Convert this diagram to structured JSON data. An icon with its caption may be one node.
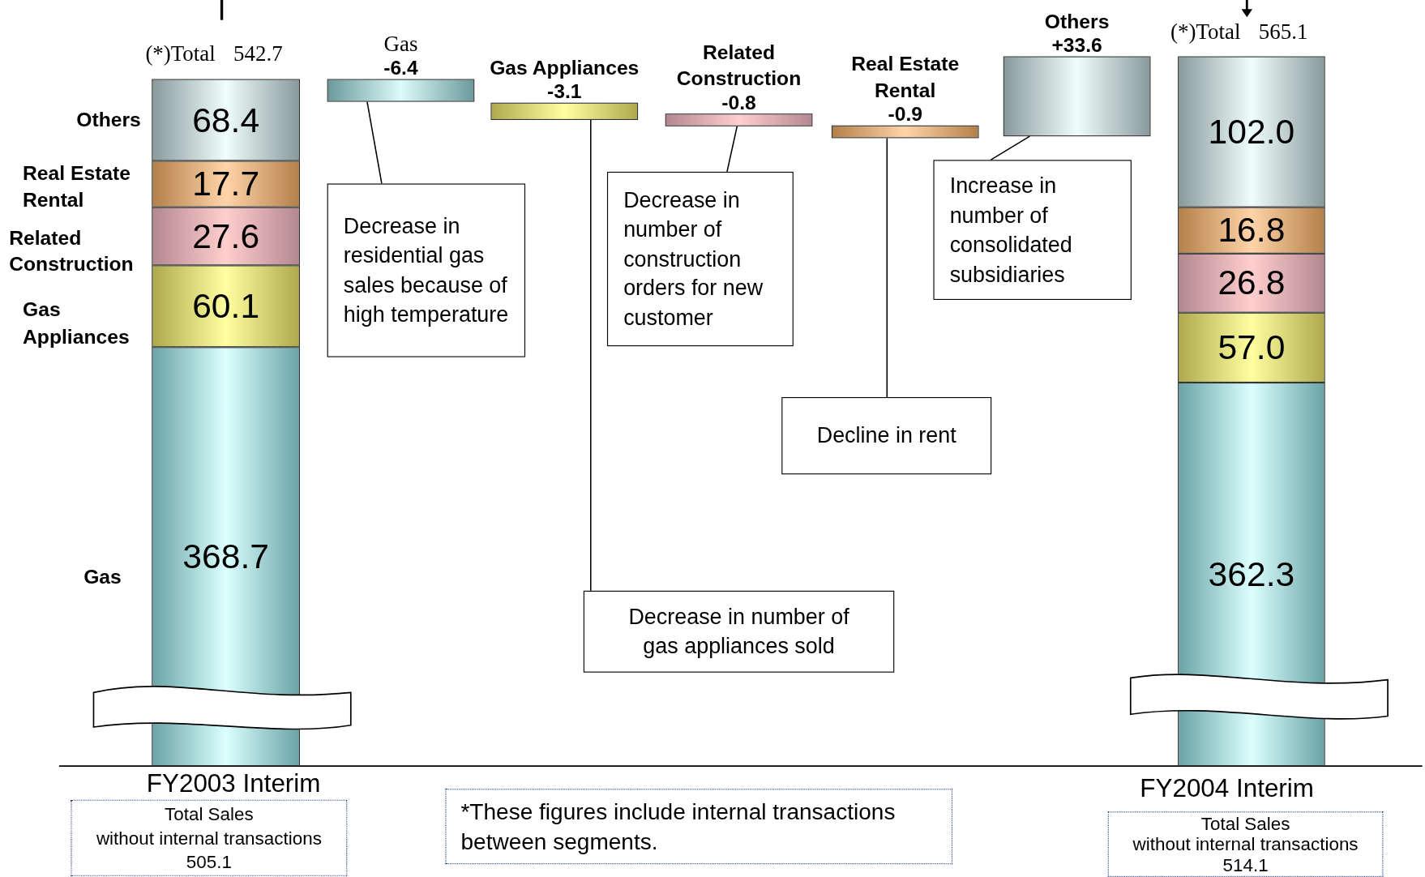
{
  "diagram": {
    "nodes": [
      {
        "text": [
          "68.4"
        ]
      },
      {
        "text": [
          "17.7"
        ]
      },
      {
        "text": [
          "27.6"
        ]
      },
      {
        "text": [
          "60.1"
        ]
      },
      {
        "text": [
          "368.7"
        ]
      },
      {
        "text": [
          "Gas",
          "-6.4"
        ]
      },
      {
        "text": [
          "Gas Appliances",
          "-3.1"
        ]
      },
      {
        "text": [
          "Related Construction",
          "-0.8"
        ]
      },
      {
        "text": [
          "Real Estate Rental",
          "-0.9"
        ]
      },
      {
        "text": [
          "Others",
          "+33.6"
        ]
      },
      {
        "text": [
          "Decrease in residential gas sales because of high temperature"
        ]
      },
      {
        "text": [
          "Decrease in number of construction orders for new customer"
        ]
      },
      {
        "text": [
          "Decline in rent"
        ]
      },
      {
        "text": [
          "Decrease in number of gas appliances sold"
        ]
      },
      {
        "text": [
          "Increase in number of consolidated subsidiaries"
        ]
      },
      {
        "text": [
          "102.0"
        ]
      },
      {
        "text": [
          "16.8"
        ]
      },
      {
        "text": [
          "26.8"
        ]
      },
      {
        "text": [
          "57.0"
        ]
      },
      {
        "text": [
          "362.3"
        ]
      },
      {
        "text": [
          "Total Sales",
          "without internal transactions",
          "505.1"
        ]
      },
      {
        "text": [
          "*These figures include internal transactions between segments."
        ]
      },
      {
        "text": [
          "Total Sales",
          "without internal transactions",
          "514.1"
        ]
      },
      {
        "text": [],
        "shape": "wave"
      },
      {
        "text": [],
        "shape": "wave"
      }
    ],
    "edges": [
      {
        "from": 10,
        "to": 5,
        "arrow": "none"
      },
      {
        "from": 11,
        "to": 7,
        "arrow": "none"
      },
      {
        "from": 12,
        "to": 8,
        "arrow": "none"
      },
      {
        "from": 13,
        "to": 6,
        "arrow": "none"
      },
      {
        "from": 14,
        "to": 9,
        "arrow": "none"
      }
    ],
    "labels": [
      "(*)Total 542.7",
      "Others",
      "Real Estate Rental",
      "Related Construction",
      "Gas Appliances",
      "Gas",
      "(*)Total 565.1",
      "FY2003 Interim",
      "FY2004 Interim"
    ]
  }
}
